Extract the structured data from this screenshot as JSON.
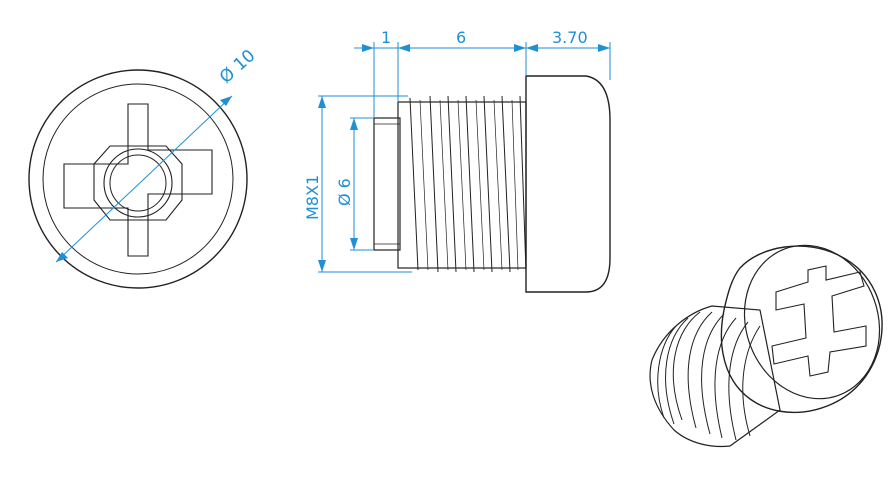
{
  "drawing": {
    "dimensions": {
      "head_diameter": "Ø 10",
      "chamfer_width": "1",
      "thread_length": "6",
      "head_height": "3.70",
      "thread_spec": "M8X1",
      "pilot_diameter": "Ø 6"
    },
    "colors": {
      "dimension": "#1f8fd6",
      "outline": "#222222"
    }
  }
}
